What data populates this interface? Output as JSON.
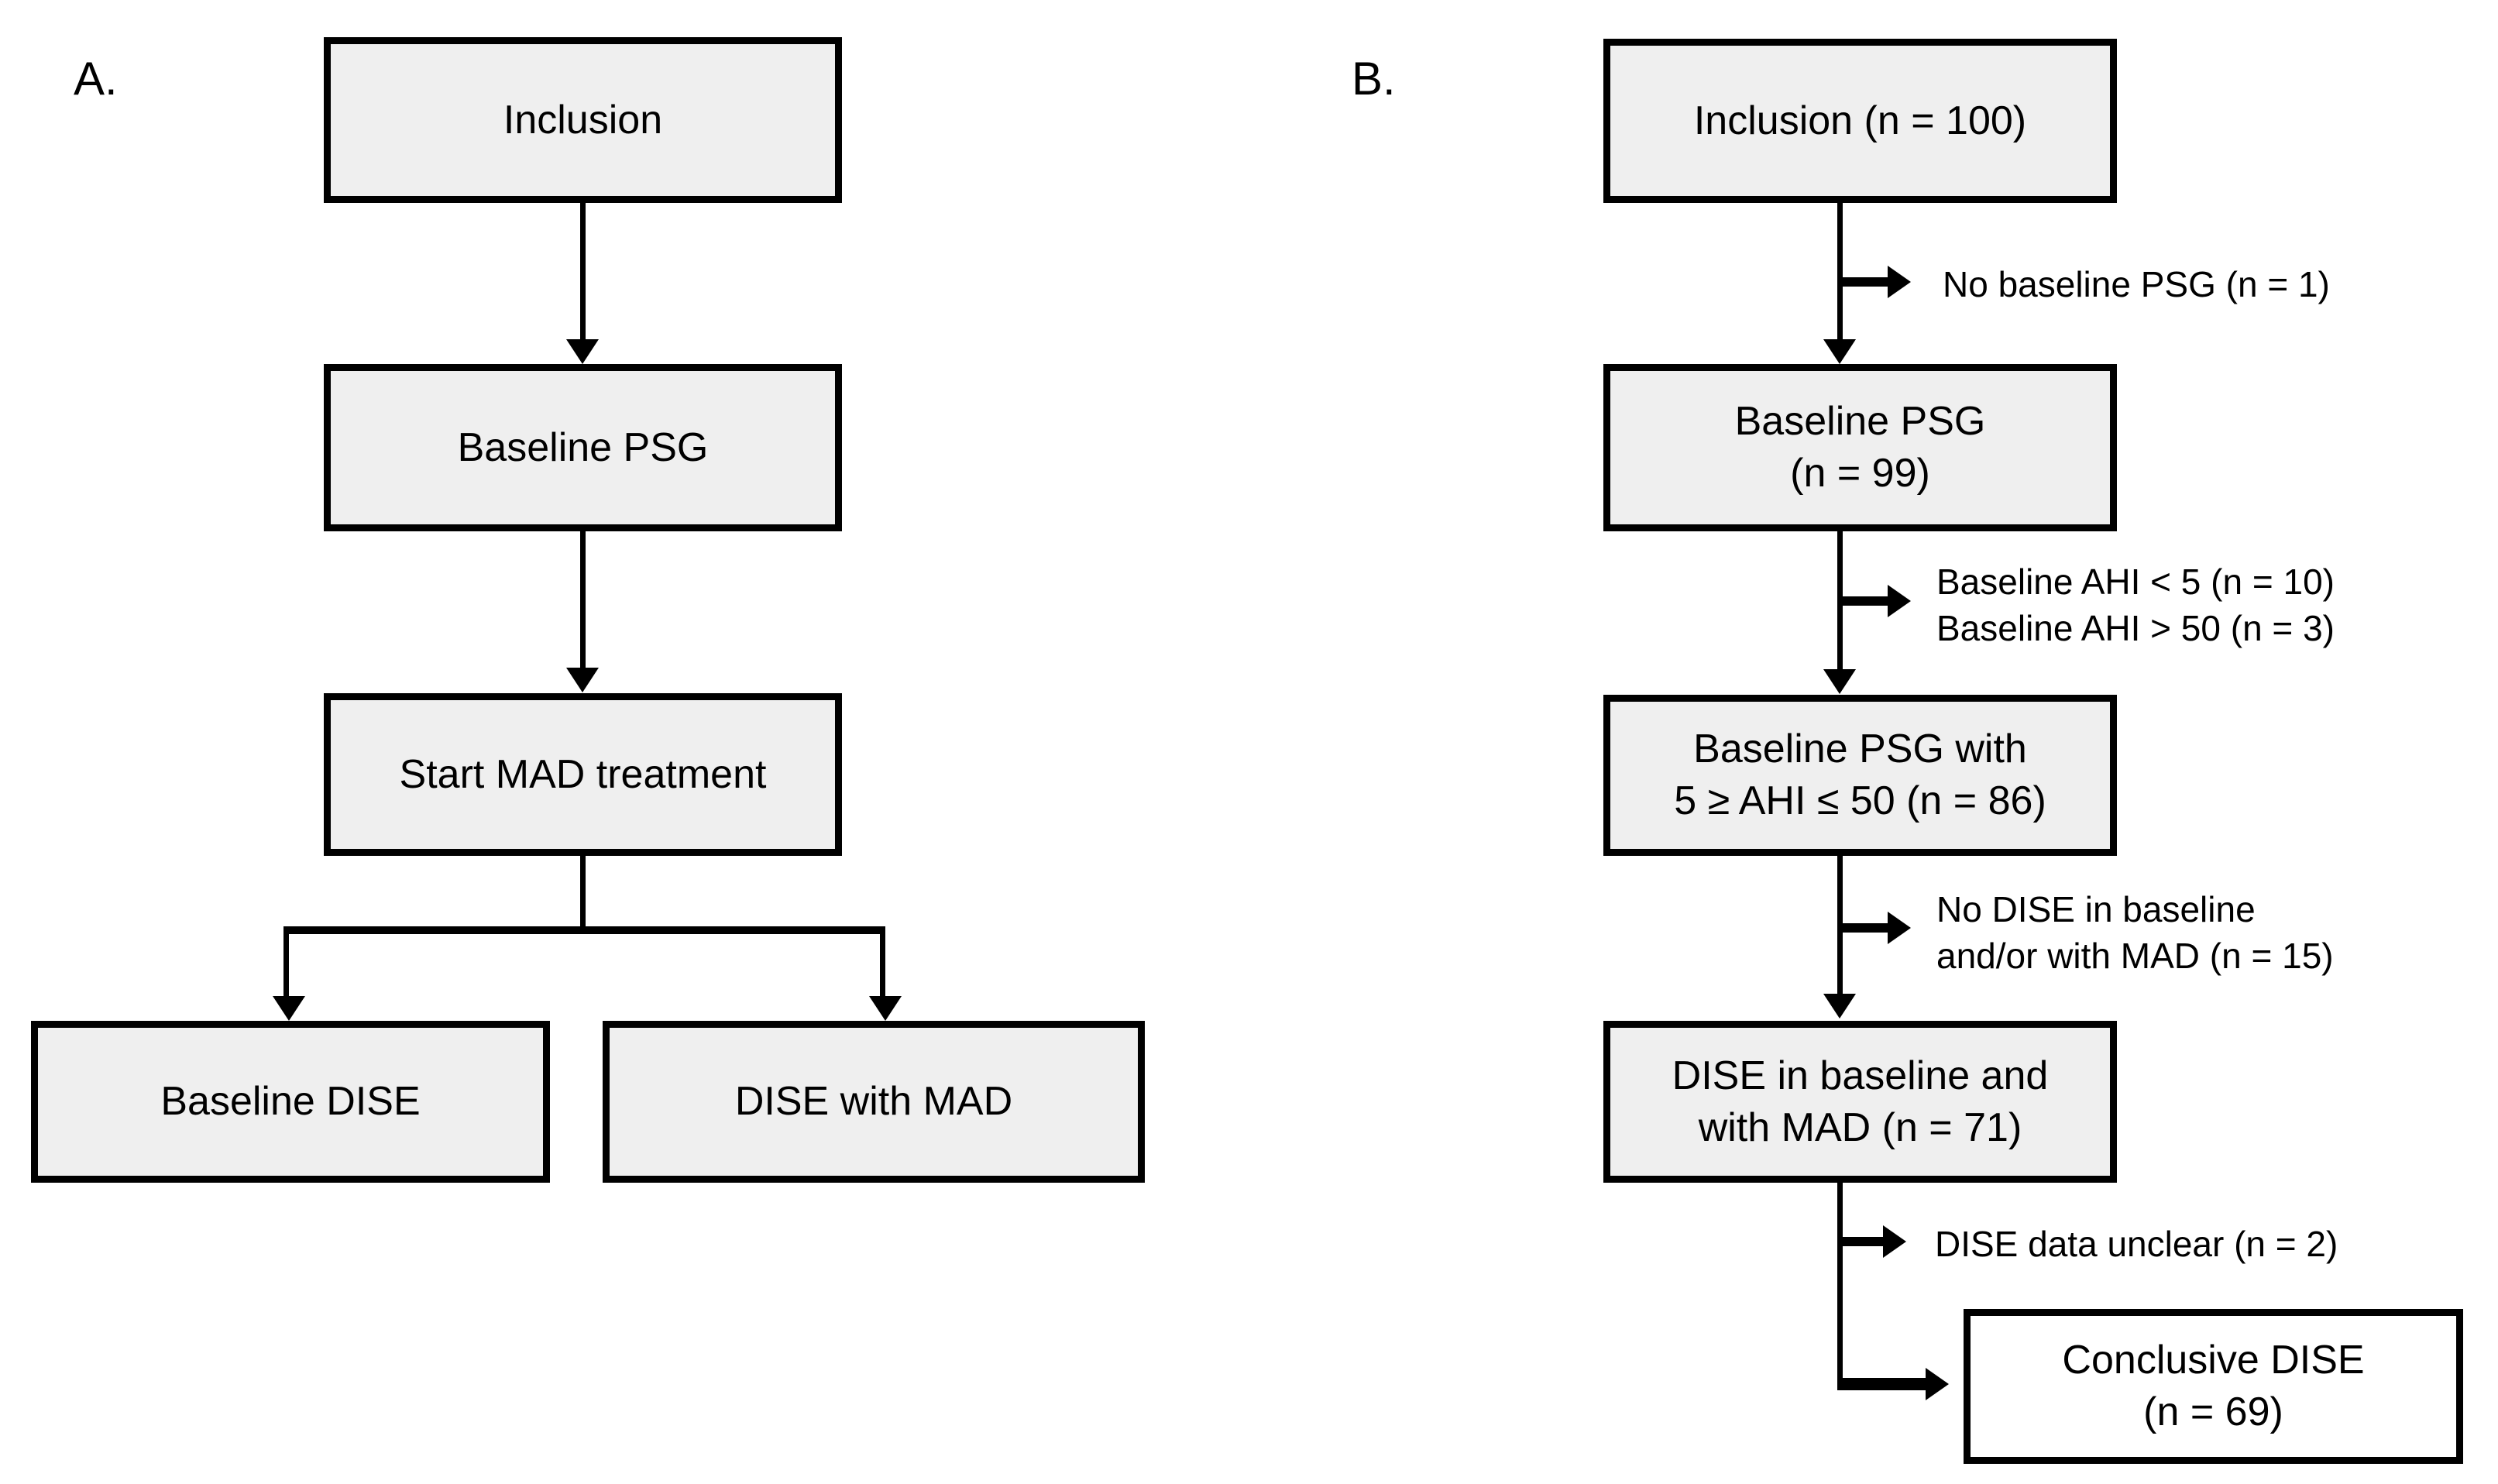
{
  "figure": {
    "type": "flowchart",
    "panels": [
      {
        "letter": "A.",
        "name": "study-design-flowchart",
        "nodes": [
          {
            "id": "a-inclusion",
            "lines": [
              "Inclusion"
            ]
          },
          {
            "id": "a-baseline-psg",
            "lines": [
              "Baseline PSG"
            ]
          },
          {
            "id": "a-start-mad",
            "lines": [
              "Start MAD treatment"
            ]
          },
          {
            "id": "a-baseline-dise",
            "lines": [
              "Baseline DISE"
            ]
          },
          {
            "id": "a-dise-with-mad",
            "lines": [
              "DISE with MAD"
            ]
          }
        ]
      },
      {
        "letter": "B.",
        "name": "patient-flow-flowchart",
        "nodes": [
          {
            "id": "b-inclusion",
            "lines": [
              "Inclusion (n = 100)"
            ]
          },
          {
            "id": "b-baseline-psg",
            "lines": [
              "Baseline PSG",
              "(n = 99)"
            ]
          },
          {
            "id": "b-baseline-psg-ahi",
            "lines": [
              "Baseline PSG with",
              "5 ≥ AHI ≤ 50 (n = 86)"
            ]
          },
          {
            "id": "b-dise-baseline-mad",
            "lines": [
              "DISE in baseline and",
              "with MAD (n = 71)"
            ]
          },
          {
            "id": "b-conclusive-dise",
            "lines": [
              "Conclusive DISE",
              "(n = 69)"
            ]
          }
        ],
        "exclusions": [
          {
            "id": "excl-no-baseline-psg",
            "lines": [
              "No baseline PSG (n = 1)"
            ]
          },
          {
            "id": "excl-ahi-range",
            "lines": [
              "Baseline AHI < 5 (n = 10)",
              "Baseline AHI > 50 (n = 3)"
            ]
          },
          {
            "id": "excl-no-dise",
            "lines": [
              "No DISE in baseline",
              "and/or with MAD (n = 15)"
            ]
          },
          {
            "id": "excl-dise-unclear",
            "lines": [
              "DISE data unclear (n = 2)"
            ]
          }
        ]
      }
    ],
    "colors": {
      "box_fill": "#efefef",
      "box_fill_alt": "#ffffff",
      "stroke": "#000000",
      "background": "#ffffff"
    }
  }
}
